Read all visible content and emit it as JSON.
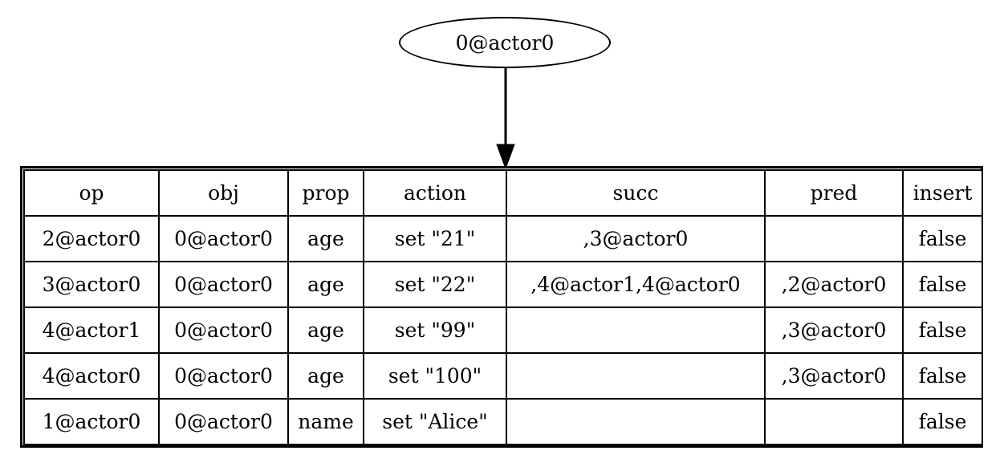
{
  "graph": {
    "node": {
      "label": "0@actor0",
      "shape": "ellipse"
    },
    "edge": {
      "from": "0@actor0",
      "to": "ops-table",
      "arrowhead": "normal"
    }
  },
  "table": {
    "columns": [
      "op",
      "obj",
      "prop",
      "action",
      "succ",
      "pred",
      "insert"
    ],
    "rows": [
      {
        "op": "2@actor0",
        "obj": "0@actor0",
        "prop": "age",
        "action": "set \"21\"",
        "succ": ",3@actor0",
        "pred": "",
        "insert": "false"
      },
      {
        "op": "3@actor0",
        "obj": "0@actor0",
        "prop": "age",
        "action": "set \"22\"",
        "succ": ",4@actor1,4@actor0",
        "pred": ",2@actor0",
        "insert": "false"
      },
      {
        "op": "4@actor1",
        "obj": "0@actor0",
        "prop": "age",
        "action": "set \"99\"",
        "succ": "",
        "pred": ",3@actor0",
        "insert": "false"
      },
      {
        "op": "4@actor0",
        "obj": "0@actor0",
        "prop": "age",
        "action": "set \"100\"",
        "succ": "",
        "pred": ",3@actor0",
        "insert": "false"
      },
      {
        "op": "1@actor0",
        "obj": "0@actor0",
        "prop": "name",
        "action": "set \"Alice\"",
        "succ": "",
        "pred": "",
        "insert": "false"
      }
    ]
  },
  "colors": {
    "stroke": "#000000",
    "background": "#ffffff",
    "text": "#000000"
  }
}
